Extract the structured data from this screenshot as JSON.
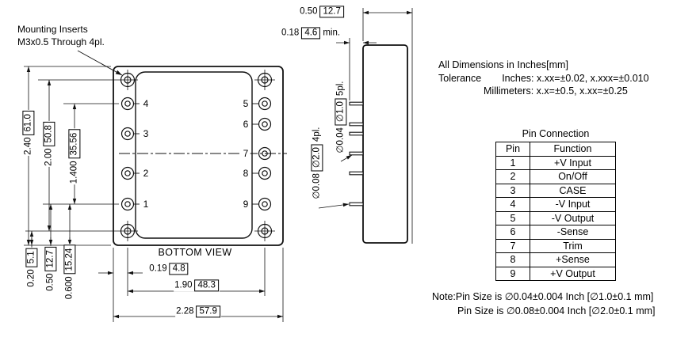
{
  "colors": {
    "ink": "#111111",
    "background": "#ffffff"
  },
  "bottom_view": {
    "mounting_note": [
      "Mounting Inserts",
      "M3x0.5 Through 4pl."
    ],
    "caption": "BOTTOM VIEW",
    "left_pin_numbers": [
      "4",
      "3",
      "2",
      "1"
    ],
    "right_pin_numbers": [
      "5",
      "6",
      "7",
      "8",
      "9"
    ],
    "dims": {
      "height_overall": {
        "inch": "2.40",
        "mm": "61.0"
      },
      "height_mounting": {
        "inch": "2.00",
        "mm": "50.8"
      },
      "height_pins": {
        "inch": "1.400",
        "mm": "35.56"
      },
      "bottom_offset_small": {
        "inch": "0.20",
        "mm": "5.1"
      },
      "bottom_offset_mid": {
        "inch": "0.50",
        "mm": "12.7"
      },
      "bottom_offset_large": {
        "inch": "0.600",
        "mm": "15.24"
      },
      "pin_col_offset": {
        "inch": "0.19",
        "mm": "4.8"
      },
      "pin_col_span": {
        "inch": "1.90",
        "mm": "48.3"
      },
      "width_overall": {
        "inch": "2.28",
        "mm": "57.9"
      }
    }
  },
  "side_view": {
    "dims": {
      "depth": {
        "inch": "0.50",
        "mm": "12.7"
      },
      "standoff": {
        "inch": "0.18",
        "mm": "4.6",
        "suffix": "min."
      },
      "pin_small": {
        "inch": "∅0.04",
        "mm": "∅1.0",
        "suffix": "5pl."
      },
      "pin_large": {
        "inch": "∅0.08",
        "mm": "∅2.0",
        "suffix": "4pl."
      }
    }
  },
  "general_notes": {
    "line1": "All Dimensions in Inches[mm]",
    "tolerance_label": "Tolerance",
    "tolerance_inches": "Inches: x.xx=±0.02, x.xxx=±0.010",
    "tolerance_mm": "Millimeters: x.x=±0.5, x.xx=±0.25"
  },
  "pin_table": {
    "title": "Pin Connection",
    "headers": [
      "Pin",
      "Function"
    ],
    "rows": [
      [
        "1",
        "+V Input"
      ],
      [
        "2",
        "On/Off"
      ],
      [
        "3",
        "CASE"
      ],
      [
        "4",
        "-V Input"
      ],
      [
        "5",
        "-V Output"
      ],
      [
        "6",
        "-Sense"
      ],
      [
        "7",
        "Trim"
      ],
      [
        "8",
        "+Sense"
      ],
      [
        "9",
        "+V Output"
      ]
    ]
  },
  "pin_size_notes": {
    "line1": "Note:Pin Size is ∅0.04±0.004 Inch [∅1.0±0.1 mm]",
    "line2": "Pin Size is ∅0.08±0.004 Inch [∅2.0±0.1 mm]"
  }
}
